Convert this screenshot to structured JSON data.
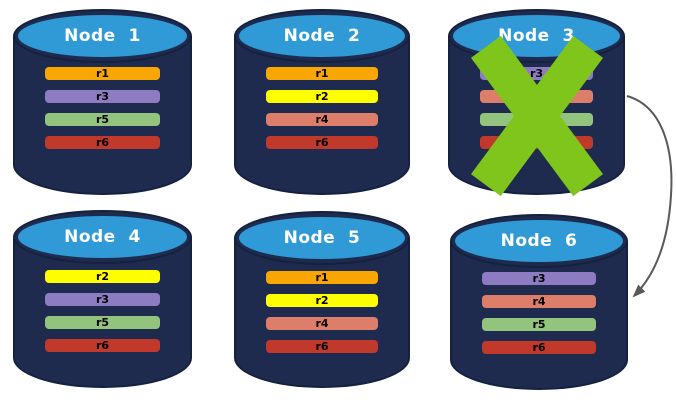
{
  "diagram": {
    "theme": {
      "body": "#1E2B4E",
      "border": "#14213F",
      "cap": "#2F9AD6",
      "xmark": "#7FC51C",
      "arrow": "#595959"
    },
    "nodes": [
      {
        "name": "Node  1",
        "failed": false,
        "replicas": [
          {
            "label": "r1",
            "color": "#F9A602"
          },
          {
            "label": "r3",
            "color": "#8E7CC3"
          },
          {
            "label": "r5",
            "color": "#93C47D"
          },
          {
            "label": "r6",
            "color": "#C0392B"
          }
        ]
      },
      {
        "name": "Node  2",
        "failed": false,
        "replicas": [
          {
            "label": "r1",
            "color": "#F9A602"
          },
          {
            "label": "r2",
            "color": "#FFFF00"
          },
          {
            "label": "r4",
            "color": "#DD7E6B"
          },
          {
            "label": "r6",
            "color": "#C0392B"
          }
        ]
      },
      {
        "name": "Node  3",
        "failed": true,
        "replicas": [
          {
            "label": "r3",
            "color": "#8E7CC3"
          },
          {
            "label": "",
            "color": "#DD7E6B"
          },
          {
            "label": "",
            "color": "#93C47D"
          },
          {
            "label": "",
            "color": "#C0392B"
          }
        ]
      },
      {
        "name": "Node  4",
        "failed": false,
        "replicas": [
          {
            "label": "r2",
            "color": "#FFFF00"
          },
          {
            "label": "r3",
            "color": "#8E7CC3"
          },
          {
            "label": "r5",
            "color": "#93C47D"
          },
          {
            "label": "r6",
            "color": "#C0392B"
          }
        ]
      },
      {
        "name": "Node  5",
        "failed": false,
        "replicas": [
          {
            "label": "r1",
            "color": "#F9A602"
          },
          {
            "label": "r2",
            "color": "#FFFF00"
          },
          {
            "label": "r4",
            "color": "#DD7E6B"
          },
          {
            "label": "r6",
            "color": "#C0392B"
          }
        ]
      },
      {
        "name": "Node  6",
        "failed": false,
        "replicas": [
          {
            "label": "r3",
            "color": "#8E7CC3"
          },
          {
            "label": "r4",
            "color": "#DD7E6B"
          },
          {
            "label": "r5",
            "color": "#93C47D"
          },
          {
            "label": "r6",
            "color": "#C0392B"
          }
        ]
      }
    ]
  }
}
